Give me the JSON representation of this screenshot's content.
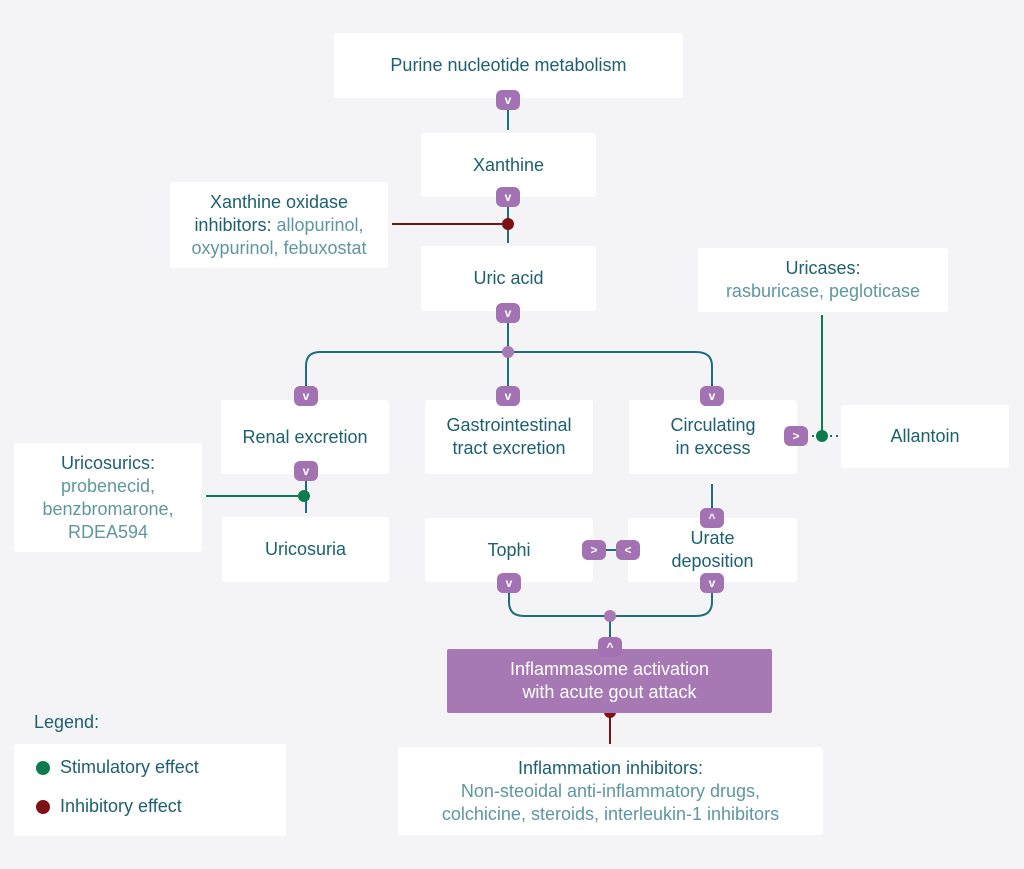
{
  "colors": {
    "stimulatory": "#0e7a4f",
    "inhibitory": "#7d1216",
    "connector": "#1e6d7a",
    "junction": "#a779b4",
    "central_box": "#a779b4"
  },
  "nodes": {
    "purine": {
      "lines": [
        "Purine nucleotide metabolism"
      ]
    },
    "xanthine": {
      "lines": [
        "Xanthine"
      ]
    },
    "uric_acid": {
      "lines": [
        "Uric acid"
      ]
    },
    "renal": {
      "lines": [
        "Renal excretion"
      ]
    },
    "gi": {
      "lines": [
        "Gastrointestinal",
        "tract excretion"
      ]
    },
    "circulating": {
      "lines": [
        "Circulating",
        "in excess"
      ]
    },
    "allantoin": {
      "lines": [
        "Allantoin"
      ]
    },
    "uricosuria": {
      "lines": [
        "Uricosuria"
      ]
    },
    "tophi": {
      "lines": [
        "Tophi"
      ]
    },
    "urate": {
      "lines": [
        "Urate",
        "deposition"
      ]
    },
    "inflammasome": {
      "lines": [
        "Inflammasome activation",
        "with acute gout attack"
      ]
    }
  },
  "drugs": {
    "xo_inhibitors": {
      "title_line1": "Xanthine oxidase",
      "title_line2": "inhibitors:",
      "names_line2": "allopurinol,",
      "names_line3": "oxypurinol, febuxostat"
    },
    "uricases": {
      "title": "Uricases:",
      "names": "rasburicase, pegloticase"
    },
    "uricosurics": {
      "title": "Uricosurics:",
      "names": [
        "probenecid,",
        "benzbromarone,",
        "RDEA594"
      ]
    },
    "inflammation_inhibitors": {
      "title": "Inflammation inhibitors:",
      "names": [
        "Non-steoidal anti-inflammatory drugs,",
        "colchicine, steroids, interleukin-1 inhibitors"
      ]
    }
  },
  "arrows": {
    "down": "v",
    "up": "^",
    "right": ">",
    "left": "<"
  },
  "legend": {
    "title": "Legend:",
    "stimulatory": "Stimulatory effect",
    "inhibitory": "Inhibitory effect"
  }
}
